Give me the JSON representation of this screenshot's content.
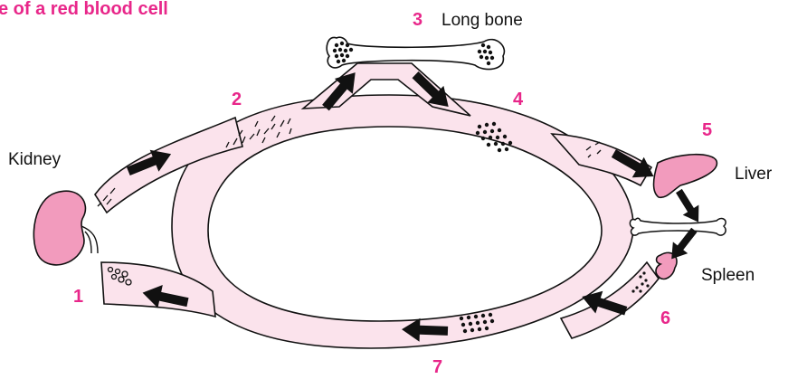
{
  "title": "e of a red blood cell",
  "labels": {
    "kidney": "Kidney",
    "long_bone": "Long bone",
    "liver": "Liver",
    "spleen": "Spleen"
  },
  "steps": [
    "1",
    "2",
    "3",
    "4",
    "5",
    "6",
    "7"
  ],
  "colors": {
    "accent": "#e8278a",
    "band_fill": "#fbe3ec",
    "organ_fill": "#f29bbd",
    "outline": "#111111"
  }
}
